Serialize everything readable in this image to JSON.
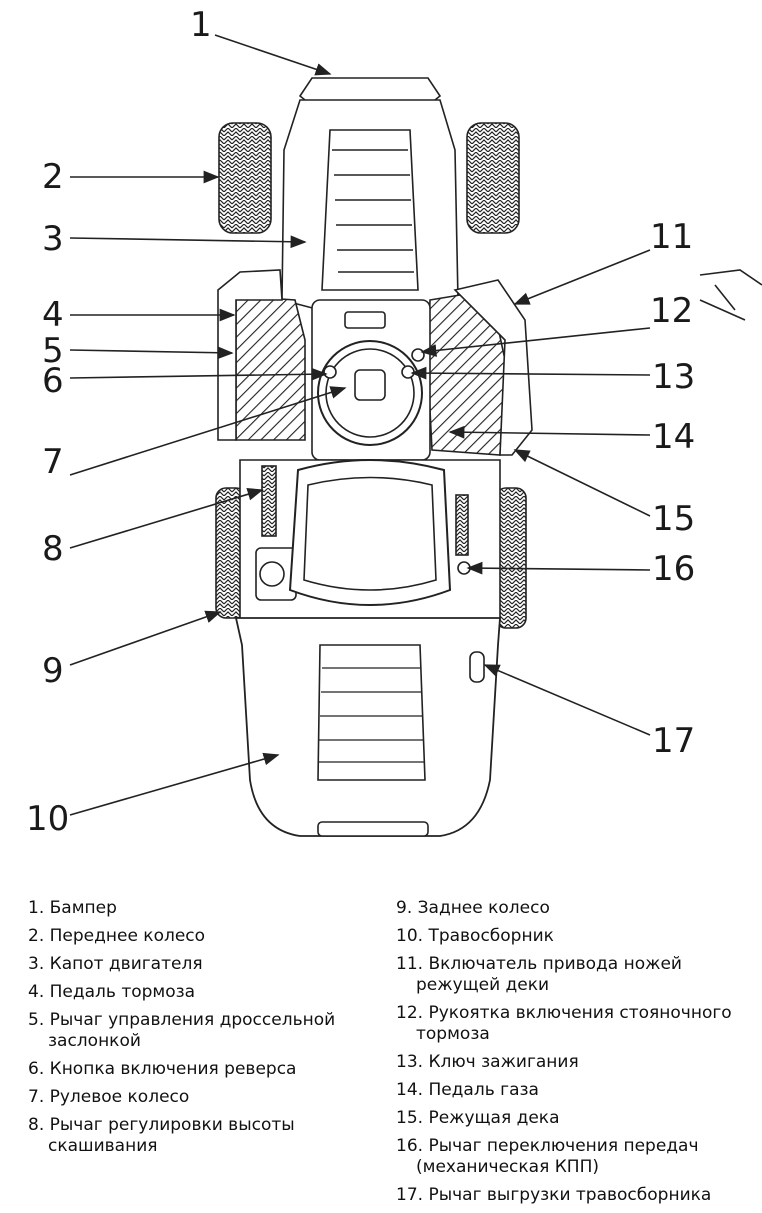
{
  "callouts": [
    "1",
    "2",
    "3",
    "4",
    "5",
    "6",
    "7",
    "8",
    "9",
    "10",
    "11",
    "12",
    "13",
    "14",
    "15",
    "16",
    "17"
  ],
  "legend_left": [
    {
      "line1": "1. Бампер",
      "line2": ""
    },
    {
      "line1": "2. Переднее колесо",
      "line2": ""
    },
    {
      "line1": "3. Капот двигателя",
      "line2": ""
    },
    {
      "line1": "4. Педаль тормоза",
      "line2": ""
    },
    {
      "line1": "5. Рычаг управления дроссельной",
      "line2": "заслонкой"
    },
    {
      "line1": "6. Кнопка включения реверса",
      "line2": ""
    },
    {
      "line1": "7. Рулевое колесо",
      "line2": ""
    },
    {
      "line1": "8. Рычаг регулировки высоты",
      "line2": "скашивания"
    }
  ],
  "legend_right": [
    {
      "line1": "9. Заднее колесо",
      "line2": ""
    },
    {
      "line1": "10. Травосборник",
      "line2": ""
    },
    {
      "line1": "11. Включатель привода ножей",
      "line2": "режущей деки"
    },
    {
      "line1": "12. Рукоятка включения стояночного",
      "line2": "тормоза"
    },
    {
      "line1": "13. Ключ зажигания",
      "line2": ""
    },
    {
      "line1": "14. Педаль газа",
      "line2": ""
    },
    {
      "line1": "15. Режущая дека",
      "line2": ""
    },
    {
      "line1": "16. Рычаг переключения передач",
      "line2": "(механическая КПП)"
    },
    {
      "line1": "17. Рычаг выгрузки травосборника",
      "line2": ""
    }
  ]
}
